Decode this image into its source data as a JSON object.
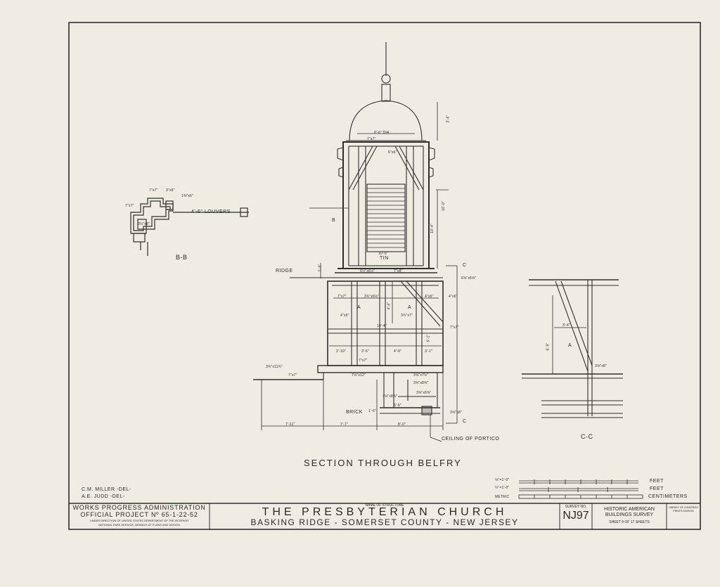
{
  "drawing": {
    "caption": "SECTION THROUGH BELFRY",
    "section_bb": "B-B",
    "section_cc": "C-C",
    "louvers_note": "4'-6\" LOUVERS",
    "ceiling_note": "CEILING OF PORTICO",
    "ridge": "RIDGE",
    "brick": "BRICK",
    "tin": "TIN",
    "dome_dia": "8'-6\" DIA",
    "marker_b": "B",
    "marker_c": "C",
    "marker_a": "A",
    "dims": {
      "d1": "3'-6\"",
      "d2": "16'-0\"",
      "d3": "10'-4\"",
      "d4": "10'-6\"",
      "d5": "14'-4\"",
      "d6": "2'-10\"",
      "d7": "3'-6\"",
      "d8": "4'-9\"",
      "d9": "3'-1\"",
      "d10": "7'-11\"",
      "d11": "7'-7\"",
      "d12": "8'-0\"",
      "d13": "1'-6\"",
      "d14": "6'-9\"",
      "d15": "3'-4\"",
      "d16": "6'-1\"",
      "d17": "1'-5\"",
      "d18": "5'-5\"",
      "d19": "4'-6\""
    },
    "members": {
      "m1": "7\"x7\"",
      "m2": "6\"x6\"",
      "m3": "6½\"x6½\"",
      "m4": "7\"x8\"",
      "m5": "6⅝\"x6⅝\"",
      "m6": "3¾\"x6½\"",
      "m7": "3¾\"x7\"",
      "m8": "4\"x6\"",
      "m9": "3¾\"x11¾\"",
      "m10": "3⅝\"x8\"",
      "m11": "7⅛\"x12\"",
      "m12": "3⅝\"x7½\"",
      "m13": "3⅝\"x8⅝\"",
      "m14": "7⅛\"x8⅝\"",
      "m15": "3⅝\"x6⅝\"",
      "m16": "3½\"x8\"",
      "m17": "3⅝\"x8\"",
      "m18": "3\"x6\"",
      "m19": "1⅜\"x6\"",
      "m20": "4\"x5\""
    }
  },
  "scale": {
    "row1_scale": "⅛\"=1'-0\"",
    "row1_unit": "FEET",
    "row2_scale": "¼\"=1'-0\"",
    "row2_unit": "FEET",
    "row3_label": "METRIC",
    "row3_unit": "CENTIMETERS"
  },
  "delineators": {
    "line1": "C.M. MILLER -DEL-",
    "line2": "A.E. JUDD -DEL-"
  },
  "title_block": {
    "wpa": "WORKS PROGRESS ADMINISTRATION",
    "project": "OFFICIAL PROJECT Nº 65-1-22-52",
    "direction1": "UNDER DIRECTION OF UNITED STATES DEPARTMENT OF THE INTERIOR",
    "direction2": "NATIONAL PARK SERVICE, BRANCH OF PLANS AND DESIGN",
    "name_label": "NAME OF STRUCTURE",
    "name": "THE PRESBYTERIAN CHURCH",
    "location": "BASKING RIDGE - SOMERSET COUNTY - NEW JERSEY",
    "survey_label": "SURVEY NO.",
    "survey_no": "NJ97",
    "habs1": "HISTORIC AMERICAN",
    "habs2": "BUILDINGS SURVEY",
    "sheet": "SHEET 9 OF 17 SHEETS",
    "lib1": "LIBRARY OF CONGRESS",
    "lib2": "PRINTS DIVISION"
  }
}
